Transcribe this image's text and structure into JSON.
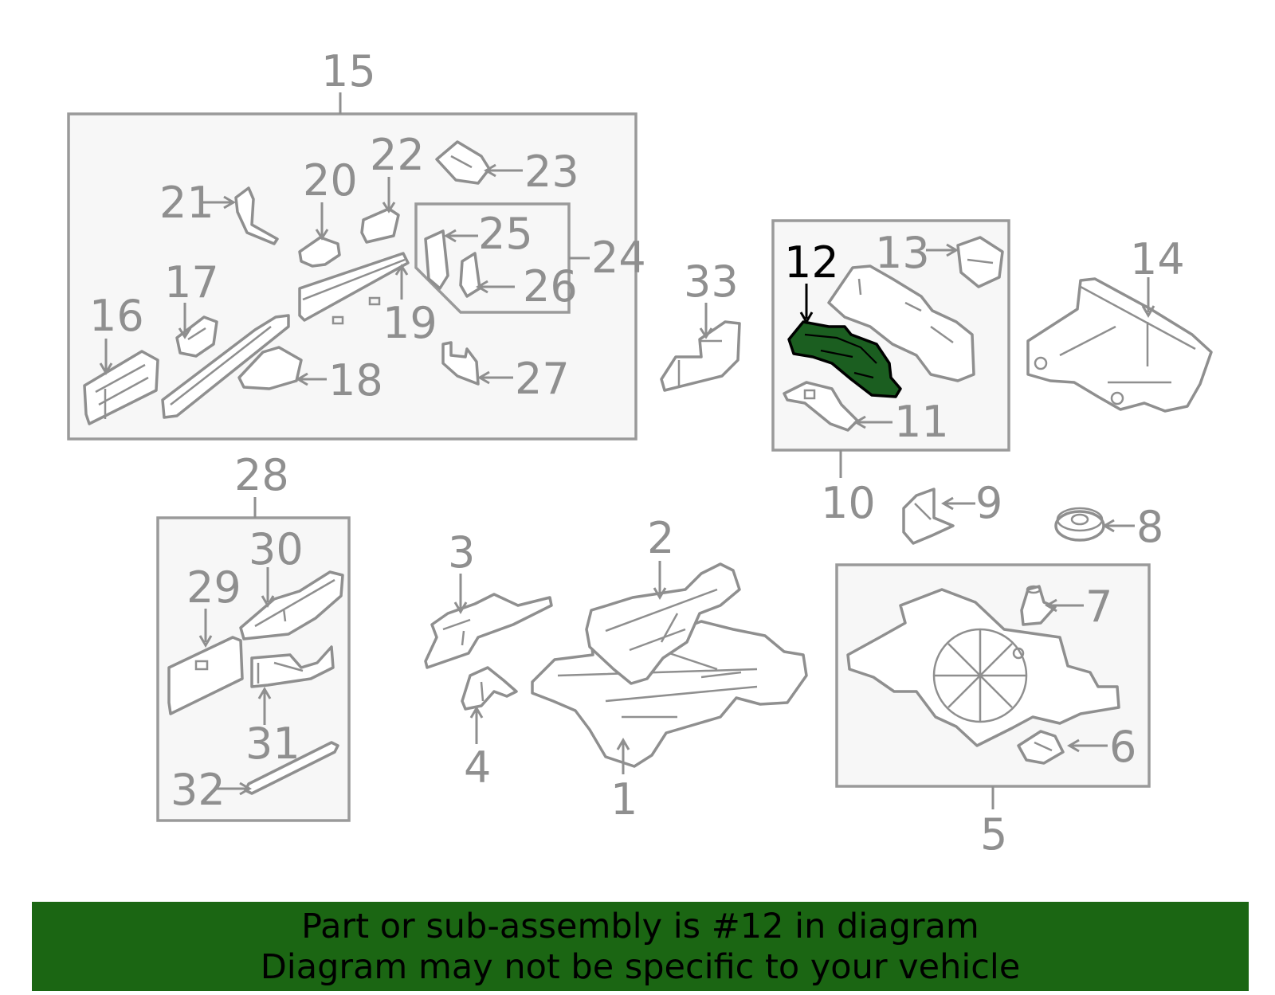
{
  "highlighted_part": "12",
  "colors": {
    "highlight": "#1b5e20",
    "banner": "#1b6613",
    "line": "#8f8f8f"
  },
  "callouts": {
    "c1": "1",
    "c2": "2",
    "c3": "3",
    "c4": "4",
    "c5": "5",
    "c6": "6",
    "c7": "7",
    "c8": "8",
    "c9": "9",
    "c10": "10",
    "c11": "11",
    "c12": "12",
    "c13": "13",
    "c14": "14",
    "c15": "15",
    "c16": "16",
    "c17": "17",
    "c18": "18",
    "c19": "19",
    "c20": "20",
    "c21": "21",
    "c22": "22",
    "c23": "23",
    "c24": "24",
    "c25": "25",
    "c26": "26",
    "c27": "27",
    "c28": "28",
    "c29": "29",
    "c30": "30",
    "c31": "31",
    "c32": "32",
    "c33": "33"
  },
  "footer": {
    "line1": "Part or sub-assembly is #12 in diagram",
    "line2": "Diagram may not be specific to your vehicle"
  }
}
